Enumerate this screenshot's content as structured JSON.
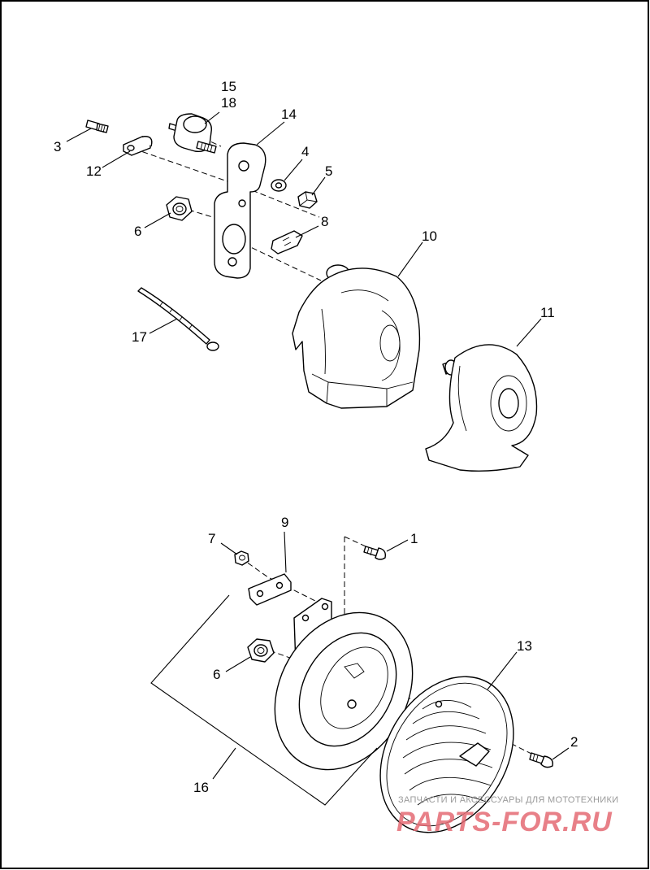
{
  "callouts": {
    "c1": "1",
    "c2": "2",
    "c3": "3",
    "c4": "4",
    "c5": "5",
    "c6a": "6",
    "c6b": "6",
    "c7": "7",
    "c8": "8",
    "c9": "9",
    "c10": "10",
    "c11": "11",
    "c12": "12",
    "c13": "13",
    "c14": "14",
    "c15": "15",
    "c16": "16",
    "c17": "17",
    "c18": "18"
  },
  "watermark": {
    "tagline": "ЗАПЧАСТИ И АКСЕССУАРЫ ДЛЯ МОТОТЕХНИКИ",
    "brand": "PARTS-FOR.RU",
    "brand_color": "#e46a73"
  }
}
